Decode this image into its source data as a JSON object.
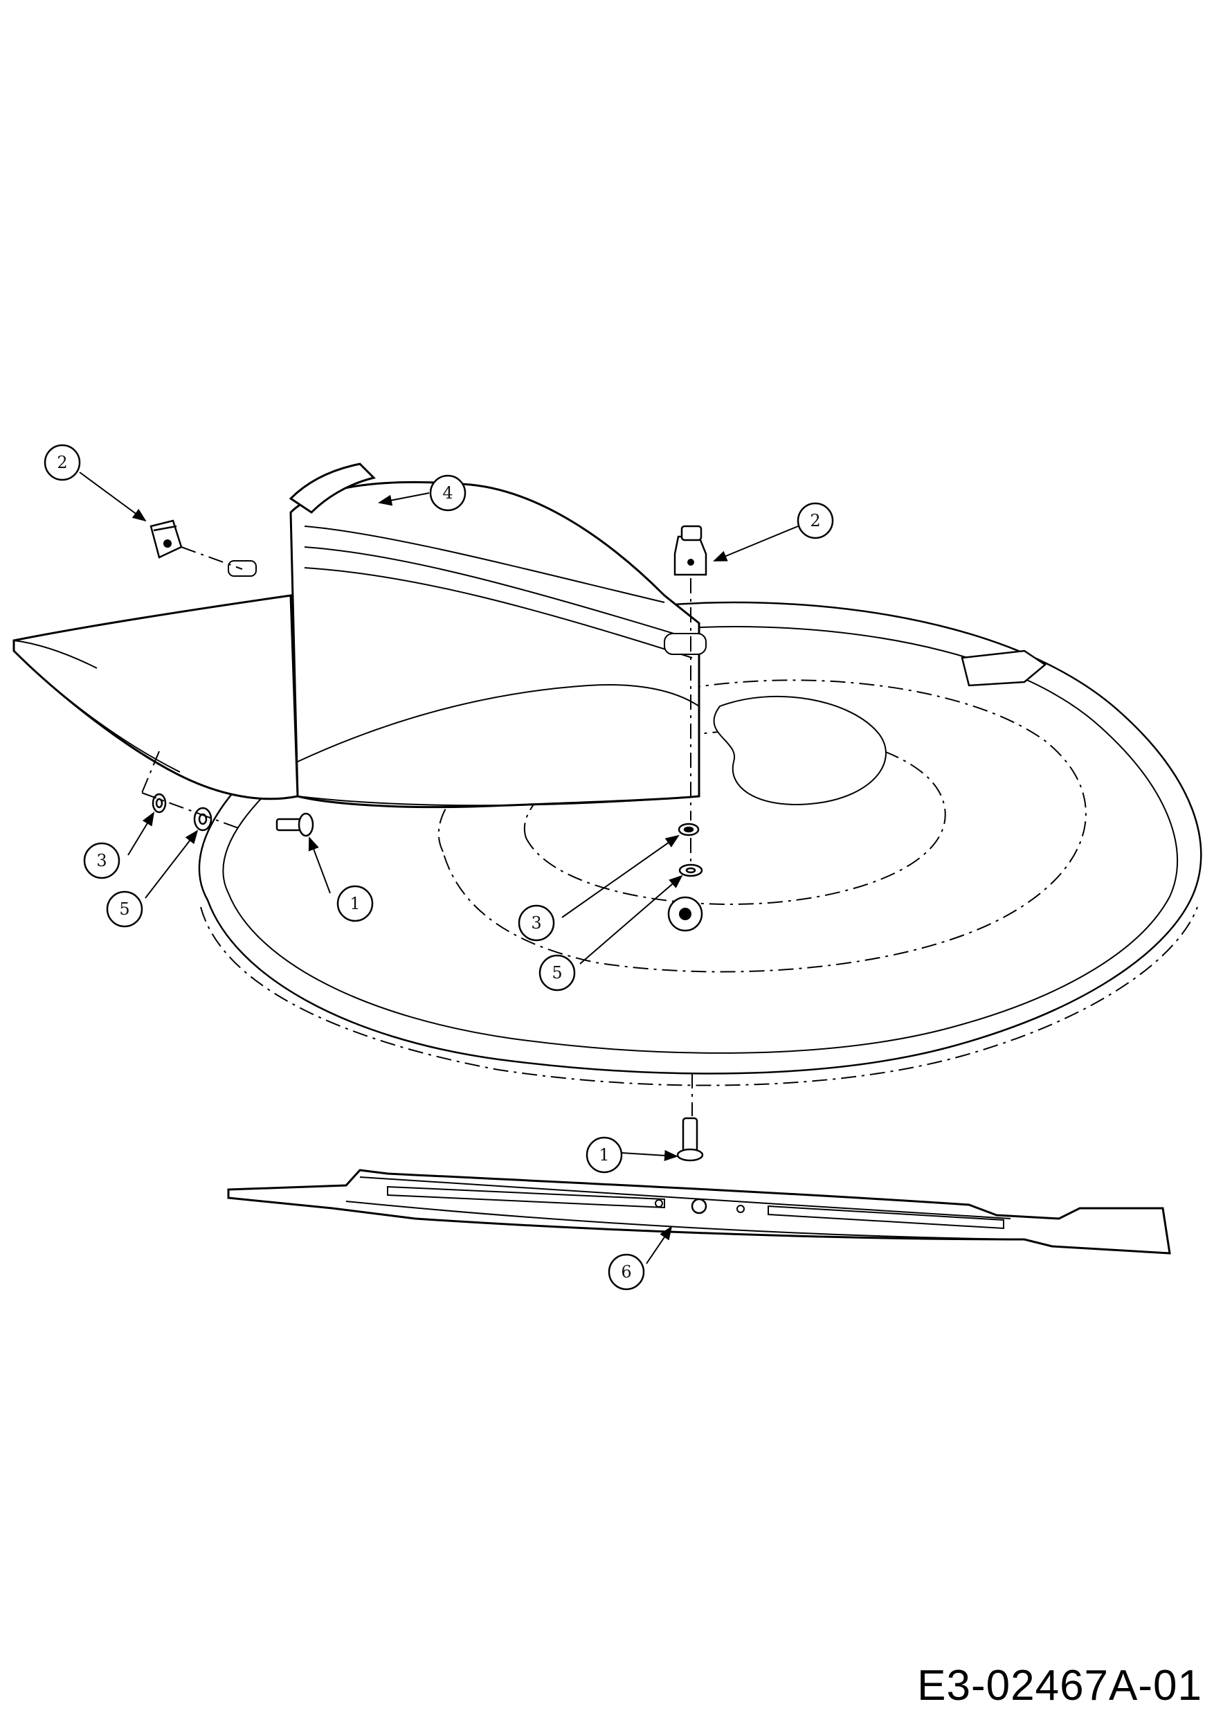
{
  "drawing_number": "E3-02467A-01",
  "colors": {
    "line": "#000000",
    "fill": "#ffffff"
  },
  "callouts": [
    {
      "id": "c-2-left",
      "label": "2"
    },
    {
      "id": "c-4",
      "label": "4"
    },
    {
      "id": "c-2-right",
      "label": "2"
    },
    {
      "id": "c-3-left",
      "label": "3"
    },
    {
      "id": "c-5-left",
      "label": "5"
    },
    {
      "id": "c-1-left",
      "label": "1"
    },
    {
      "id": "c-3-center",
      "label": "3"
    },
    {
      "id": "c-5-center",
      "label": "5"
    },
    {
      "id": "c-1-center",
      "label": "1"
    },
    {
      "id": "c-6",
      "label": "6"
    }
  ]
}
